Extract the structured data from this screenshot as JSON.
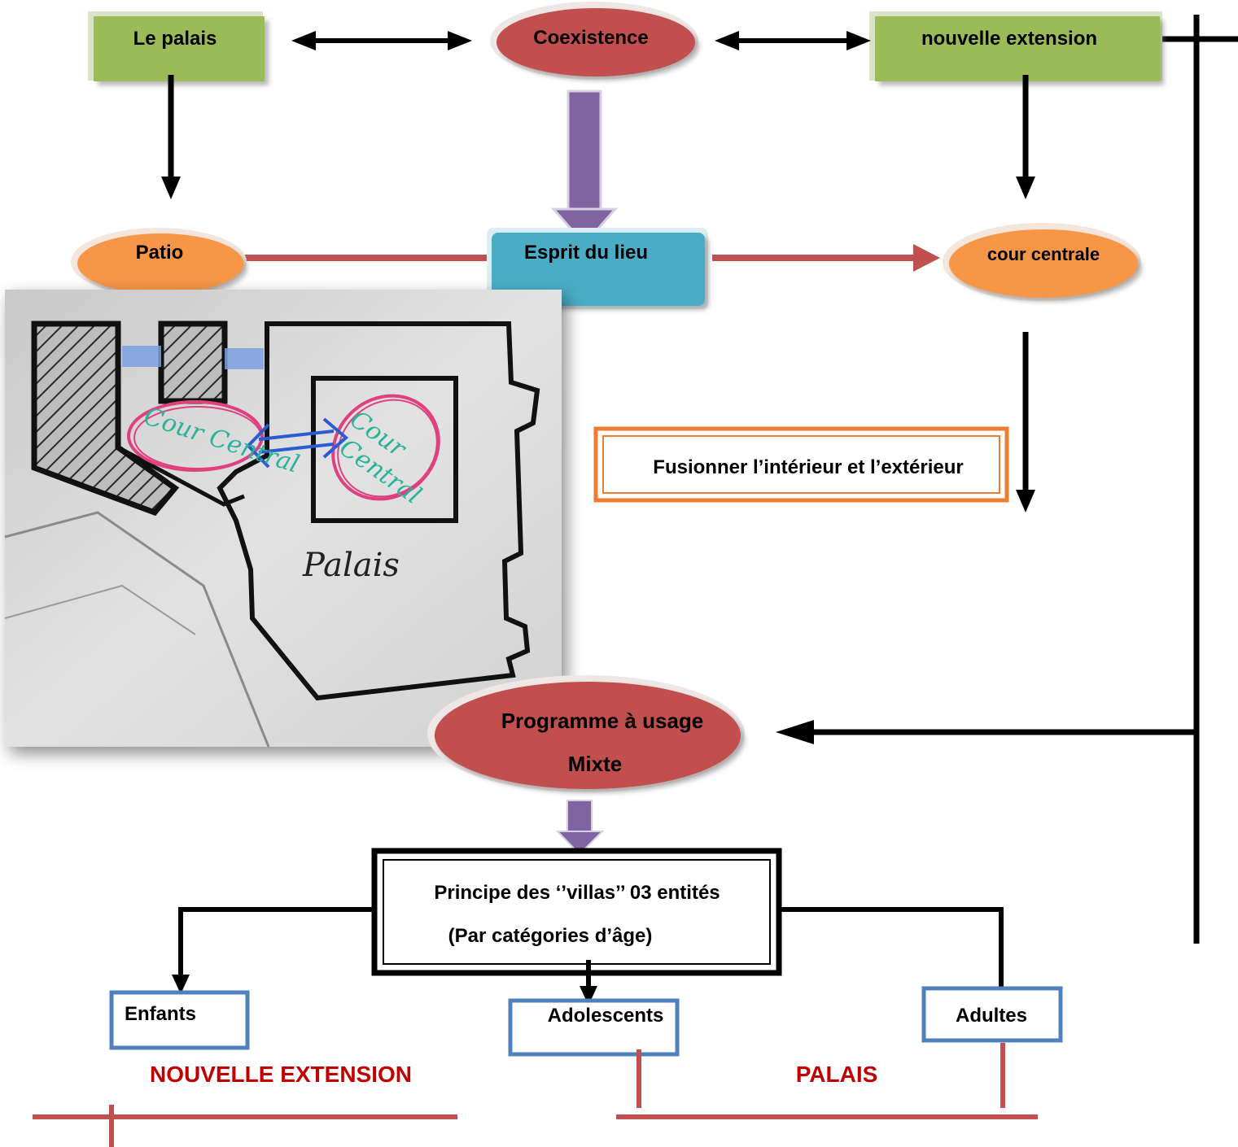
{
  "nodes": {
    "palais": "Le palais",
    "coexistence": "Coexistence",
    "nouvelle_extension": "nouvelle extension",
    "patio": "Patio",
    "esprit": "Esprit  du lieu",
    "cour_centrale": "cour centrale",
    "fusionner": "Fusionner l’intérieur et l’extérieur",
    "programme_line1": "Programme à  usage",
    "programme_line2": "Mixte",
    "principe_line1": "Principe des ‘’villas’’  03  entités",
    "principe_line2": "(Par catégories d’âge)",
    "enfants": "Enfants",
    "adolescents": "Adolescents",
    "adultes": "Adultes",
    "group_extension": "NOUVELLE  EXTENSION",
    "group_palais": "PALAIS"
  },
  "sketch": {
    "label_palais": "Palais",
    "label_cour_left": "Cour Central",
    "label_cour_right_1": "Cour",
    "label_cour_right_2": "Central"
  },
  "colors": {
    "green_box": "#9bbb59",
    "red_ellipse": "#c0504d",
    "orange_ellipse": "#f79646",
    "blue_box": "#4bacc6",
    "purple_arrow": "#8064a2",
    "outline_blue": "#4f81bd",
    "group_line": "#c0504d",
    "group_text": "#c00000",
    "orange_border": "#ed7d31"
  }
}
